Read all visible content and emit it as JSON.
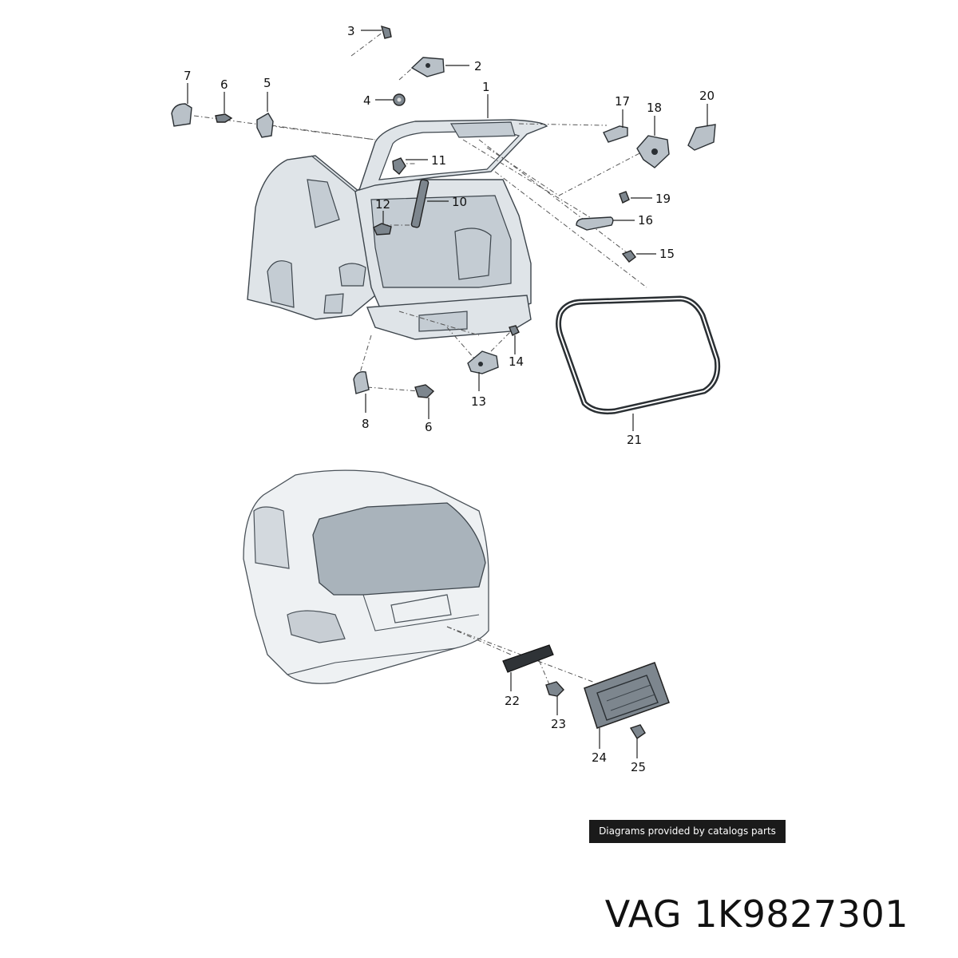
{
  "diagram": {
    "callouts": [
      "1",
      "2",
      "3",
      "4",
      "5",
      "6",
      "7",
      "8",
      "6",
      "10",
      "11",
      "12",
      "13",
      "14",
      "15",
      "16",
      "17",
      "18",
      "19",
      "20",
      "21",
      "22",
      "23",
      "24",
      "25"
    ]
  },
  "credit": "Diagrams provided by catalogs parts",
  "part_code": "VAG 1K9827301",
  "colors": {
    "background": "#ffffff",
    "badge": "#1a1a1a",
    "text": "#111111"
  }
}
